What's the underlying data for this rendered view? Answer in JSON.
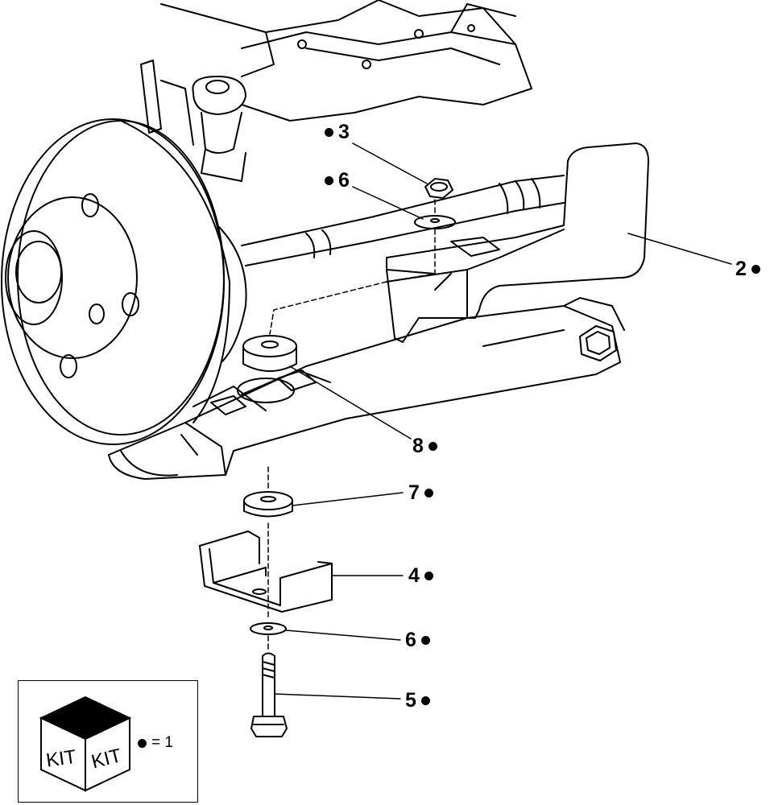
{
  "callouts": [
    {
      "id": "c3",
      "number": "3"
    },
    {
      "id": "c6top",
      "number": "6"
    },
    {
      "id": "c2",
      "number": "2"
    },
    {
      "id": "c8",
      "number": "8"
    },
    {
      "id": "c7",
      "number": "7"
    },
    {
      "id": "c4",
      "number": "4"
    },
    {
      "id": "c6bot",
      "number": "6"
    },
    {
      "id": "c5",
      "number": "5"
    }
  ],
  "legend": {
    "kit_left": "KIT",
    "kit_right": "KIT",
    "equals_text": "= 1"
  },
  "colors": {
    "line": "#000000",
    "background": "#ffffff"
  }
}
